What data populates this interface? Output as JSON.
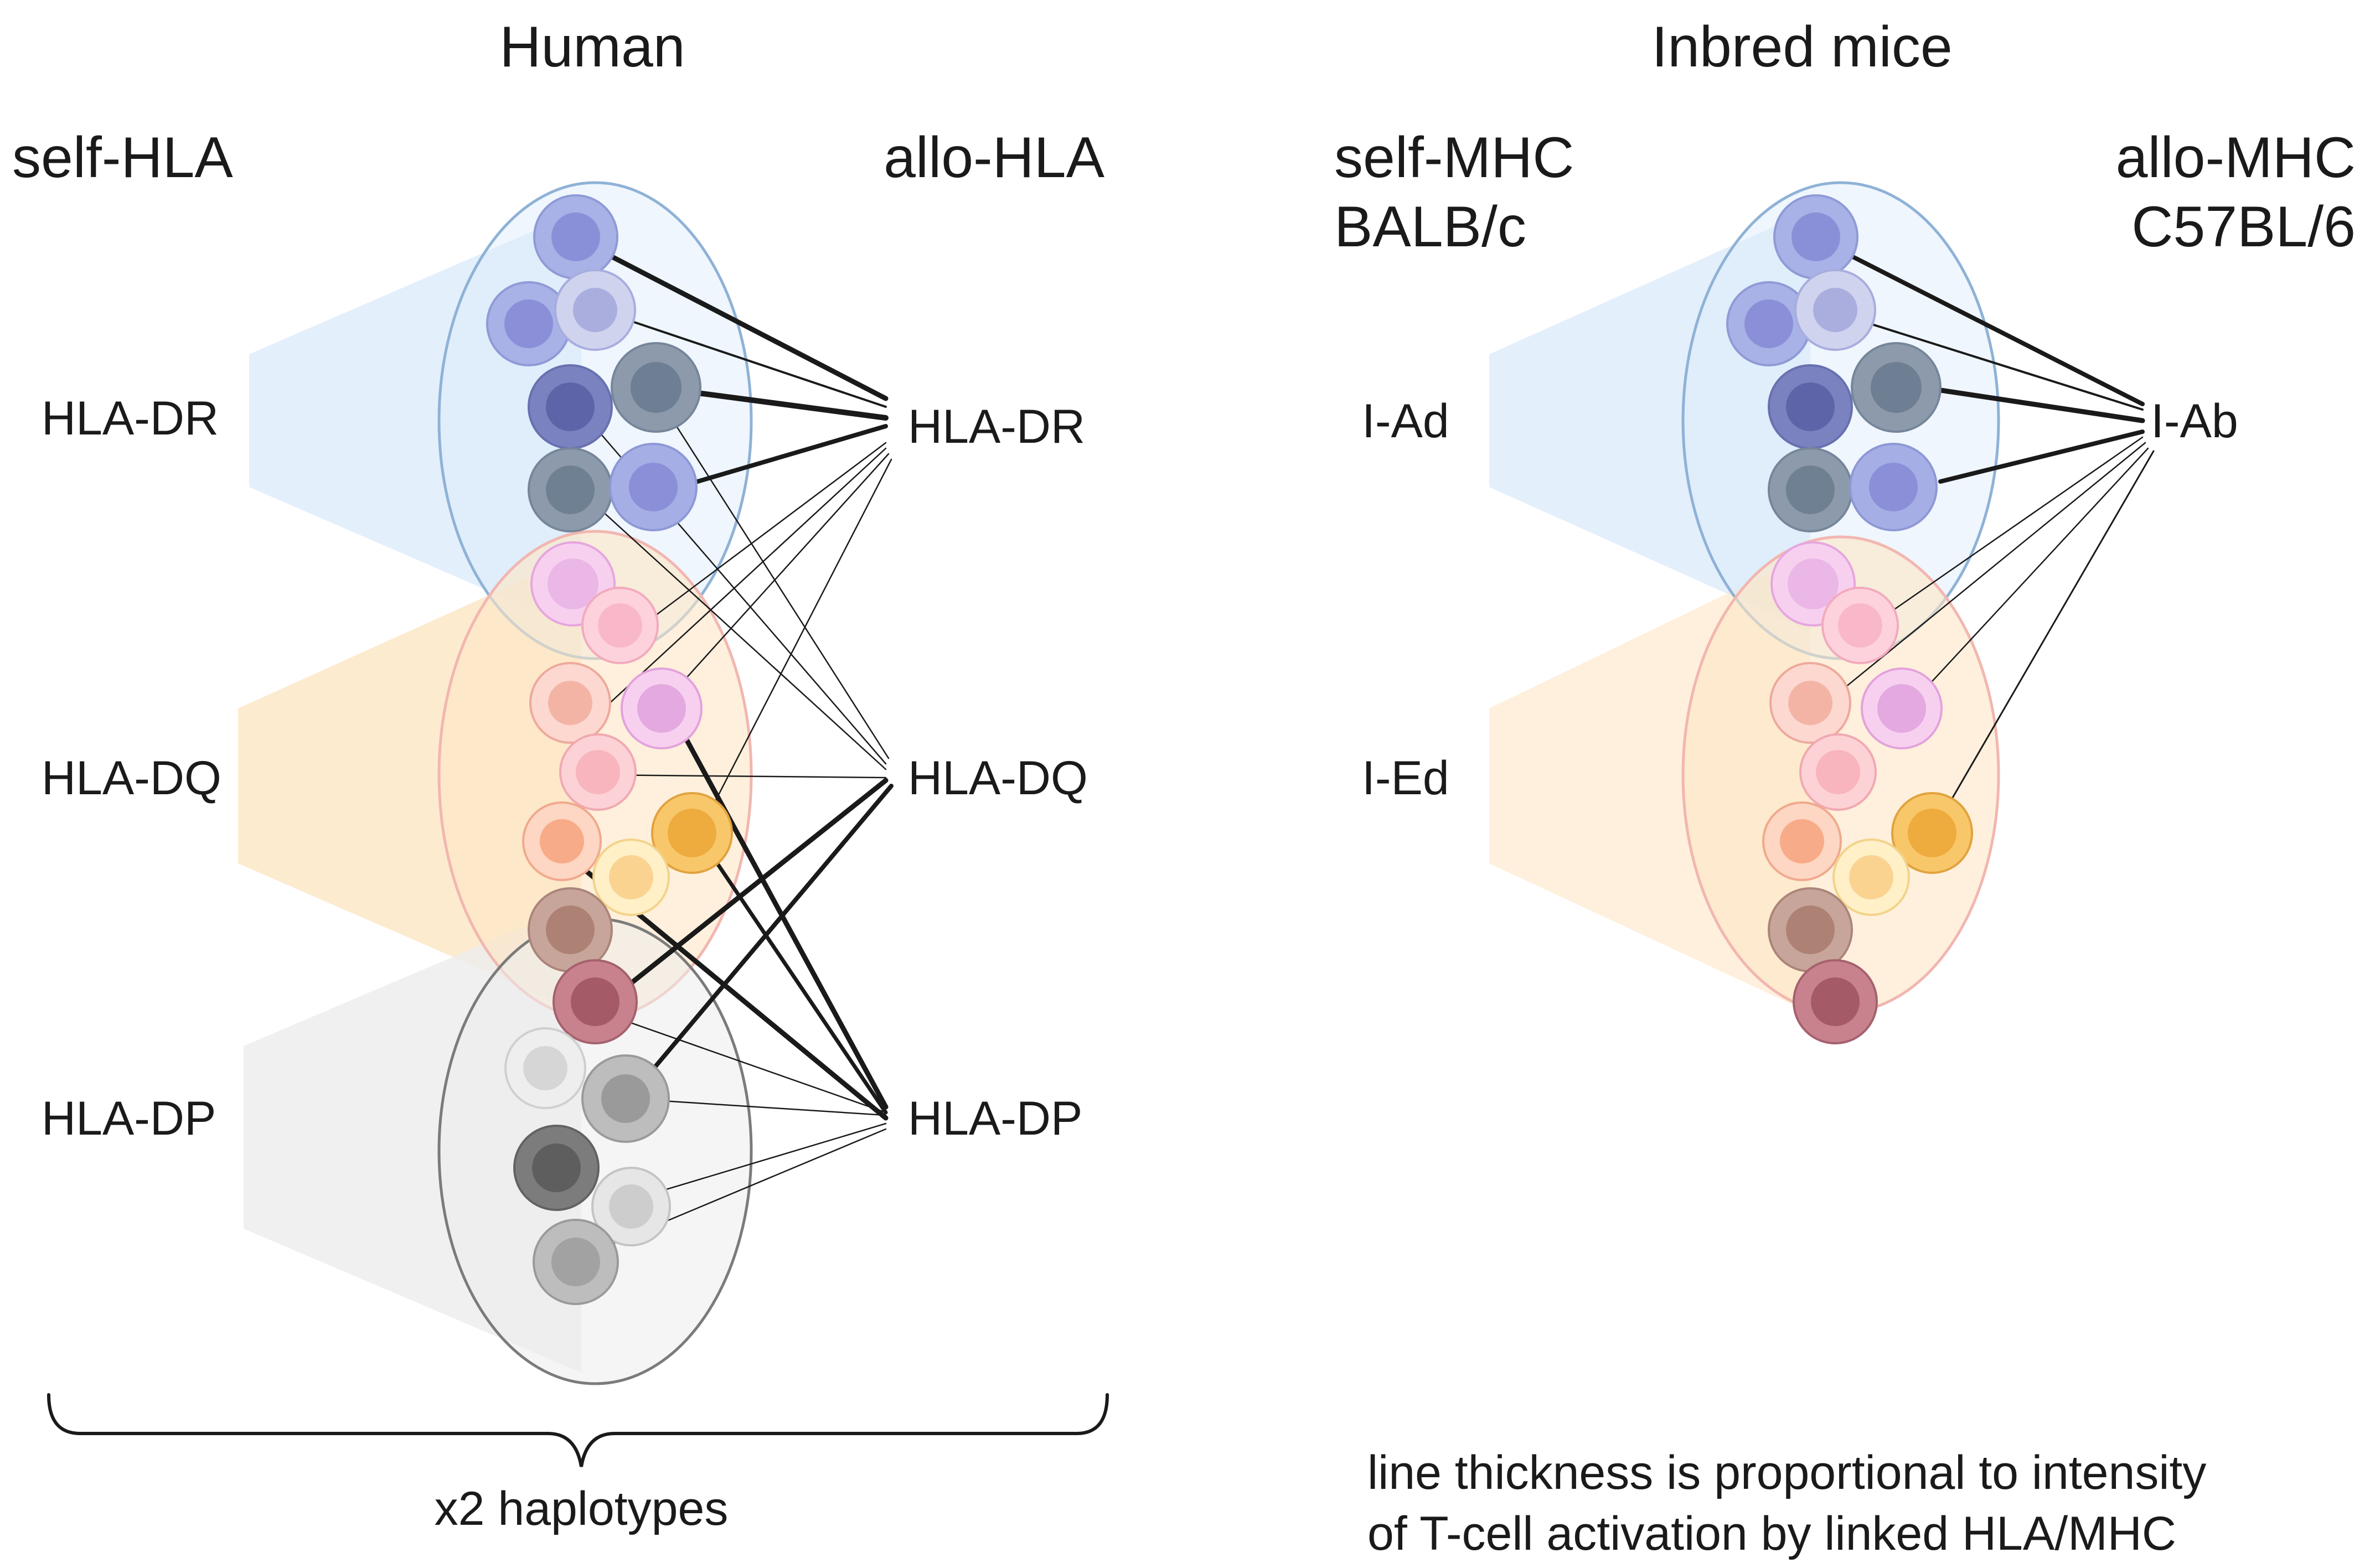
{
  "human": {
    "title": "Human",
    "self_header": "self-HLA",
    "allo_header": "allo-HLA",
    "self_loci": [
      "HLA-DR",
      "HLA-DQ",
      "HLA-DP"
    ],
    "allo_loci": [
      "HLA-DR",
      "HLA-DQ",
      "HLA-DP"
    ],
    "brace_label": "x2 haplotypes"
  },
  "mice": {
    "title": "Inbred mice",
    "self_header_1": "self-MHC",
    "self_header_2": "BALB/c",
    "allo_header_1": "allo-MHC",
    "allo_header_2": "C57BL/6",
    "self_loci": [
      "I-Ad",
      "I-Ed"
    ],
    "allo_loci": [
      "I-Ab"
    ]
  },
  "legend": {
    "line_1": "line thickness is proportional to intensity",
    "line_2": "of T-cell activation by linked HLA/MHC"
  },
  "colors": {
    "dr_group": "#dbeafb",
    "dq_group": "#fde6c4",
    "dp_group": "#ececec",
    "link": "#1a1a1a"
  }
}
